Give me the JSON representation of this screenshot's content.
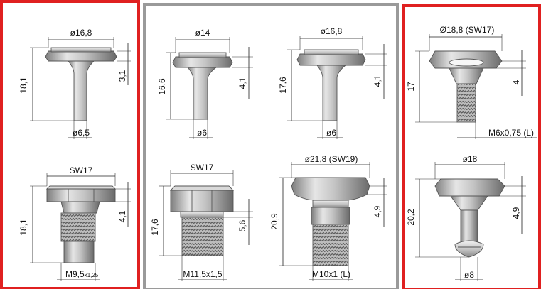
{
  "panels": [
    {
      "id": "left",
      "border_color": "#e02020",
      "parts": [
        {
          "id": "p1",
          "head_dia": "ø16,8",
          "height": "18,1",
          "head_h": "3,1",
          "shank": "ø6,5"
        },
        {
          "id": "p2",
          "wrench": "SW17",
          "height": "18,1",
          "head_h": "4,1",
          "thread_main": "M9,5",
          "thread_sub": "x1,25"
        }
      ]
    },
    {
      "id": "middle",
      "border_color": "#9a9a9a",
      "parts": [
        {
          "id": "p3",
          "head_dia": "ø14",
          "height": "16,6",
          "head_h": "4,1",
          "shank": "ø6"
        },
        {
          "id": "p4",
          "head_dia": "ø16,8",
          "height": "17,6",
          "head_h": "4,1",
          "shank": "ø6"
        },
        {
          "id": "p5",
          "wrench": "SW17",
          "height": "17,6",
          "head_h": "5,6",
          "thread": "M11,5x1,5"
        },
        {
          "id": "p6",
          "head_dia": "ø21,8 (SW19)",
          "height": "20,9",
          "head_h": "4,9",
          "thread": "M10x1 (L)"
        }
      ]
    },
    {
      "id": "right",
      "border_color": "#e02020",
      "parts": [
        {
          "id": "p7",
          "head_dia": "Ø18,8 (SW17)",
          "height": "17",
          "head_h": "4",
          "thread": "M6x0,75 (L)"
        },
        {
          "id": "p8",
          "head_dia": "ø18",
          "height": "20,2",
          "head_h": "4,9",
          "shank": "ø8"
        }
      ]
    }
  ]
}
